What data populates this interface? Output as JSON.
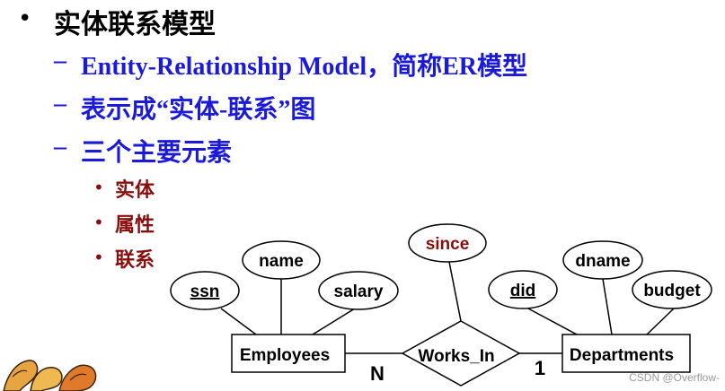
{
  "slide": {
    "title": "实体联系模型",
    "items": [
      "Entity-Relationship Model，简称ER模型",
      "表示成“实体-联系”图",
      "三个主要元素"
    ],
    "subitems": [
      "实体",
      "属性",
      "联系"
    ]
  },
  "diagram": {
    "entities": [
      "Employees",
      "Departments"
    ],
    "relationship": "Works_In",
    "attributes_employees": [
      "ssn",
      "name",
      "salary"
    ],
    "attributes_departments": [
      "did",
      "dname",
      "budget"
    ],
    "attribute_relationship": "since",
    "cardinality_left": "N",
    "cardinality_right": "1"
  },
  "watermark": "CSDN @Overflow-",
  "colors": {
    "blue": "#1a1ad8",
    "darkred": "#8a0d0d"
  }
}
